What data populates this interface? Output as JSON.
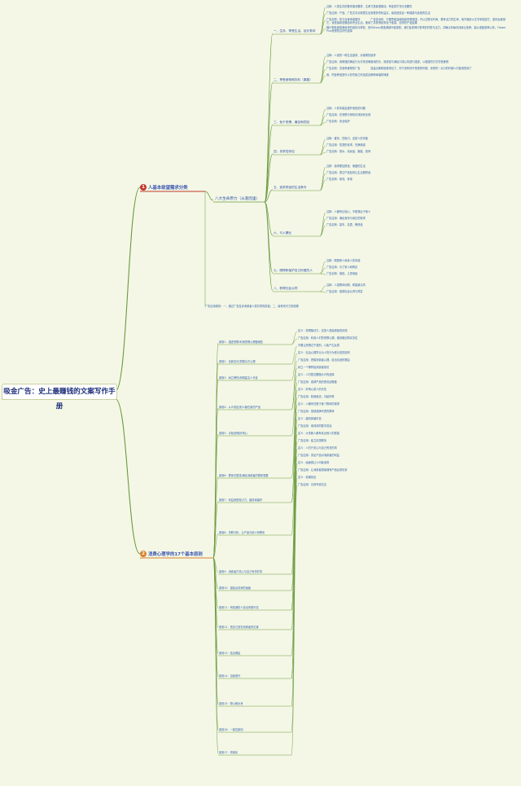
{
  "root": "吸金广告：史上最赚钱的文案写作手册",
  "colors": {
    "background": "#f4f7e6",
    "branch1": "#c0392b",
    "branch2": "#d9822b",
    "link": "#6a9a3f",
    "text": "#2f5fa8"
  },
  "branches": [
    {
      "num": "1",
      "label": "人基本欲望需求分类",
      "sub": {
        "label": "八大生命原力（从基因里）",
        "items": [
          {
            "label": "一、生存、享受生活、延长寿命",
            "notes": [
              "注释：人类生存的基本驱动要求，生命力是最强驱动，有促进才充分说要吃",
              "广告应用：产品、广告文字必需表达出到更多的利益点，最佳是结合一种健康与延续的生活",
              "广告实例：性与对身体健康好　　　　广告告诉你，只要把保温使用起来更健康，可以过很长时间、更有活力的生命，就不能用以文字来描述它，如何会使用它，该是接着是要给你完全生活，使用了并获得到来自于健康，这样的产品结果",
              "随行带着健康食用来的保持与修复，则与Broco是强调绿叶健康的，我们会获得行带来的好质与活力，并确认你每天持续让营养，能从强健营养心情，Flower Plus是很知名好的选择"
            ]
          },
          {
            "label": "二、享受食物和饮料（果腹）",
            "notes": [
              "注释：人类的一种生活追求，对食物的追求",
              "广告应用：用明强的满足行为式来说明食用的乐，用感官与满足口感心情进行描述，以健康的方式享受食物",
              "广告实例：富营养食物的广告　　　　显露出美味是看得见了，好于是有好不觉得的时候，你把吃一大口的时候人们就感觉到了",
              "用，吃营养品是可以在吃饭之时品尝出那种幸福的味道"
            ]
          },
          {
            "label": "三、免于恐惧、痛苦和危险",
            "notes": [
              "注释：人的本能会避开危险的问题",
              "广告应用：在恐惧与惊险中找到安全感",
              "广告实例：安全保护"
            ]
          },
          {
            "label": "四、寻求性伴侣",
            "notes": [
              "注释：爱情、性吸引，这是人的本能",
              "广告应用：性感的诉求，充满诱惑",
              "广告实例：香水、化妆品、服装、首饰"
            ]
          },
          {
            "label": "五、追求舒适的生活条件",
            "notes": [
              "注释：追求更加舒适、便捷的生活",
              "广告应用：表达产品如何让生活更舒适",
              "广告实例：家具、家电"
            ]
          },
          {
            "label": "六、与人攀比",
            "notes": [
              "注释：人都有比较心，不愿落后于他人",
              "广告应用：满足身份与地位的需求",
              "广告实例：豪车、名表、奢侈品"
            ]
          },
          {
            "label": "七、照顾和保护自己所爱的人",
            "notes": [
              "注释：照顾家人和亲人的本能",
              "广告应用：为了家人而购买",
              "广告实例：保险、儿童用品"
            ]
          },
          {
            "label": "八、获得社会认同",
            "notes": [
              "注释：人是群体动物，希望被认同",
              "广告应用：强调社会认同与赞赏"
            ]
          }
        ]
      },
      "summary": "广告应用原则：一，通过广告告诉消费者人类共同的欲望；二，最有效可力的原理"
    },
    {
      "num": "2",
      "label": "消费心理学的17个基本原则",
      "items": [
        "原则1：描述恐惧/利用恐惧心理做销售",
        "原则2：自我意识/把握对方心理",
        "原则3：树立榜样/用明星名人代言",
        "原则4：从众效应/别人都在用的产品",
        "原则5：手段/获取好奇心",
        "原则6：群体归属感/满足消费者的群体需要",
        "原则7：利益就是吸引力，越具体越好",
        "原则8：关联分析，让产品与他人有联系",
        "原则9：消费者只关心与自己有关的事",
        "原则10：描绘出具体的画面",
        "原则11：有权威的人说出来更可信",
        "原则12：把自己放在消费者的位置",
        "原则13：给出理由",
        "原则14：自我提升",
        "原则15：物以稀为贵",
        "原则16：一致性原则",
        "原则17：简单化"
      ],
      "notes": [
        "定义：恐惧驱动力，这是人类最原始的情感",
        "广告应用：利用人们的恐惧心理，使其做出购买决定",
        "不要让恐惧过于强烈，以免产生反感",
        "定义：社会心理学认为人的行为受认知的影响",
        "广告应用：把握消费者心理，给出合适的理由",
        "树立一个榜样给消费者效仿",
        "定义：人们愿意跟随大众的选择",
        "广告应用：强调产品的受欢迎程度",
        "定义：好奇心是人的天性",
        "广告应用：制造悬念，引起好奇",
        "定义：人都有归属于某个群体的需求",
        "广告应用：强调品牌代表的群体",
        "定义：越具体越可信",
        "广告应用：用具体的数字说话",
        "定义：大多数人都有亲近他人的愿望",
        "广告应用：建立情感联系",
        "定义：人们只关心与自己有关的事",
        "广告应用：突出产品对消费者的利益",
        "定义：画面感让人印象深刻",
        "广告应用：让消费者想象拥有产品后的情景",
        "定义：权威效应",
        "广告应用：引用专家意见"
      ]
    }
  ]
}
